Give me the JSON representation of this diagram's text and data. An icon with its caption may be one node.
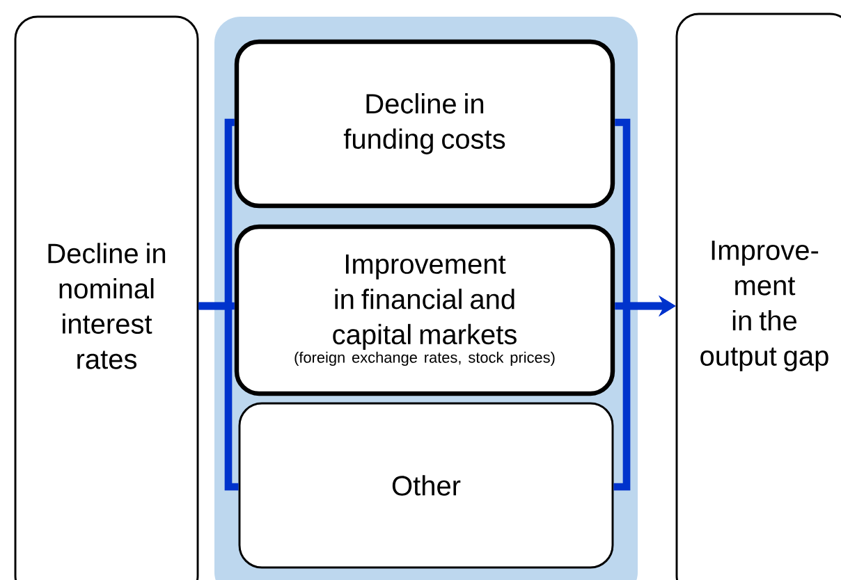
{
  "diagram": {
    "nodes": [
      {
        "text": [
          "Decline in nominal interest rates"
        ]
      },
      {
        "text": [],
        "shape": "box"
      },
      {
        "text": [
          "Decline in funding costs"
        ],
        "in": 1
      },
      {
        "text": [
          "Improvement in financial and capital markets",
          "(foreign exchange rates, stock prices)"
        ],
        "in": 1
      },
      {
        "text": [
          "Other"
        ],
        "in": 1
      },
      {
        "text": [
          "Improve- ment in the output gap"
        ]
      }
    ],
    "edges": [
      {
        "from": 0,
        "to": 2,
        "arrow": "none",
        "color": "#0033cc"
      },
      {
        "from": 0,
        "to": 3,
        "arrow": "none",
        "color": "#0033cc"
      },
      {
        "from": 0,
        "to": 4,
        "arrow": "none",
        "color": "#0033cc"
      },
      {
        "from": 2,
        "to": 5,
        "arrow": "to",
        "color": "#0033cc"
      },
      {
        "from": 3,
        "to": 5,
        "arrow": "to",
        "color": "#0033cc"
      },
      {
        "from": 4,
        "to": 5,
        "arrow": "to",
        "color": "#0033cc"
      }
    ]
  }
}
